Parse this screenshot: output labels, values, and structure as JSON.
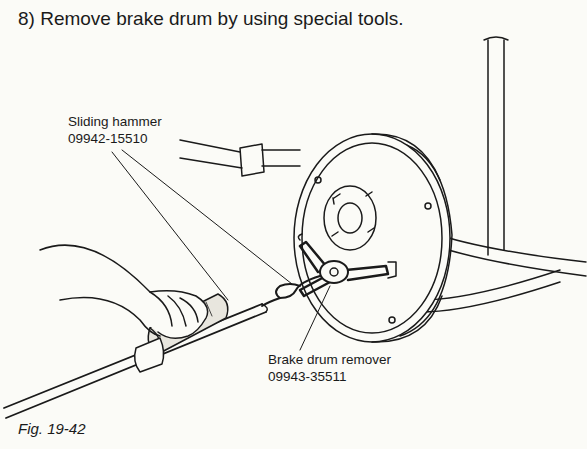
{
  "diagram": {
    "title": "8) Remove brake drum by using special tools.",
    "caption": "Fig. 19-42",
    "labels": [
      "Sliding hammer",
      "09942-15510",
      "Brake drum remover",
      "09943-35511"
    ]
  }
}
